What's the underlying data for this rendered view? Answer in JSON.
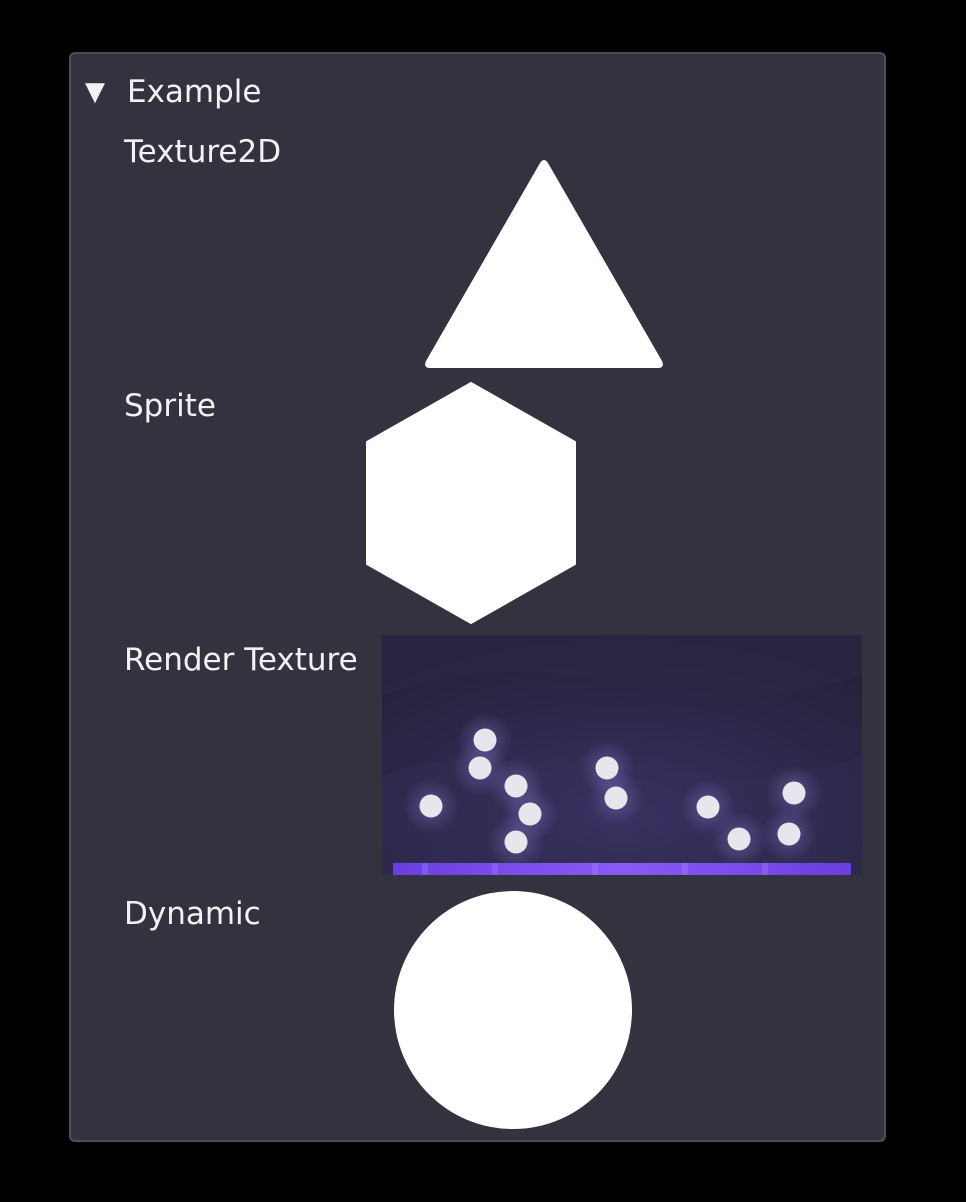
{
  "foldout": {
    "title": "Example",
    "expanded": true,
    "arrow_icon": "triangle-down-icon"
  },
  "fields": [
    {
      "label": "Texture2D",
      "preview": "triangle"
    },
    {
      "label": "Sprite",
      "preview": "hexagon"
    },
    {
      "label": "Render Texture",
      "preview": "particle-scene"
    },
    {
      "label": "Dynamic",
      "preview": "circle"
    }
  ],
  "colors": {
    "window_background": "#000000",
    "panel_background": "#33333f",
    "panel_border": "#4e4e58",
    "text": "#f2f2f2",
    "shape_fill": "#ffffff",
    "render_bg": "#2a2740",
    "render_floor": "#7b4df0",
    "particle": "#e6e6ec"
  }
}
